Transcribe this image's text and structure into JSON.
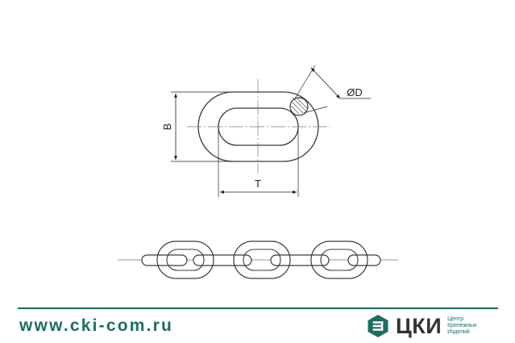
{
  "drawing": {
    "labels": {
      "height": "B",
      "pitch": "T",
      "diameter": "ØD"
    },
    "colors": {
      "outline": "#3a3a3a",
      "centerline": "#777777",
      "dimension": "#222222"
    }
  },
  "footer": {
    "website": "www.cki-com.ru",
    "brand": {
      "name": "ЦКИ",
      "tagline": [
        "Центр",
        "Крепежных",
        "Изделий"
      ],
      "icon": "cki-logo-icon",
      "accent": "#1c6e62"
    }
  }
}
